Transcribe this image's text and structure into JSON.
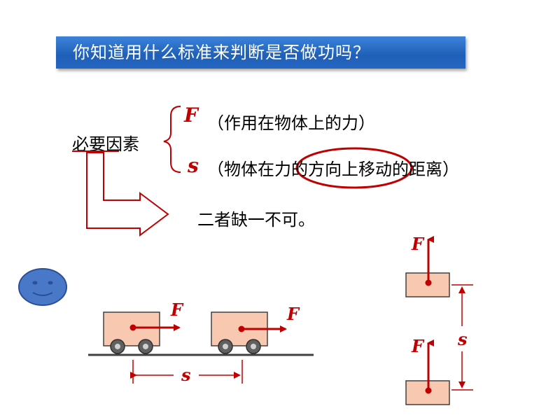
{
  "banner": {
    "question": "你知道用什么标准来判断是否做功吗？"
  },
  "factors": {
    "label": "必要因素",
    "force_symbol": "F",
    "force_desc": "（作用在物体上的力）",
    "distance_symbol": "s",
    "distance_desc": "（物体在力的方向上移动的距离）",
    "conclusion": "二者缺一不可。"
  },
  "carts": {
    "force_label_1": "F",
    "force_label_2": "F",
    "distance_label": "s"
  },
  "lift": {
    "force_label_top": "F",
    "force_label_bottom": "F",
    "distance_label": "s"
  },
  "colors": {
    "accent_red": "#c00000",
    "box_fill": "#f8c8b0",
    "banner_blue": "#2566c0",
    "smiley_blue": "#4a78c8"
  }
}
